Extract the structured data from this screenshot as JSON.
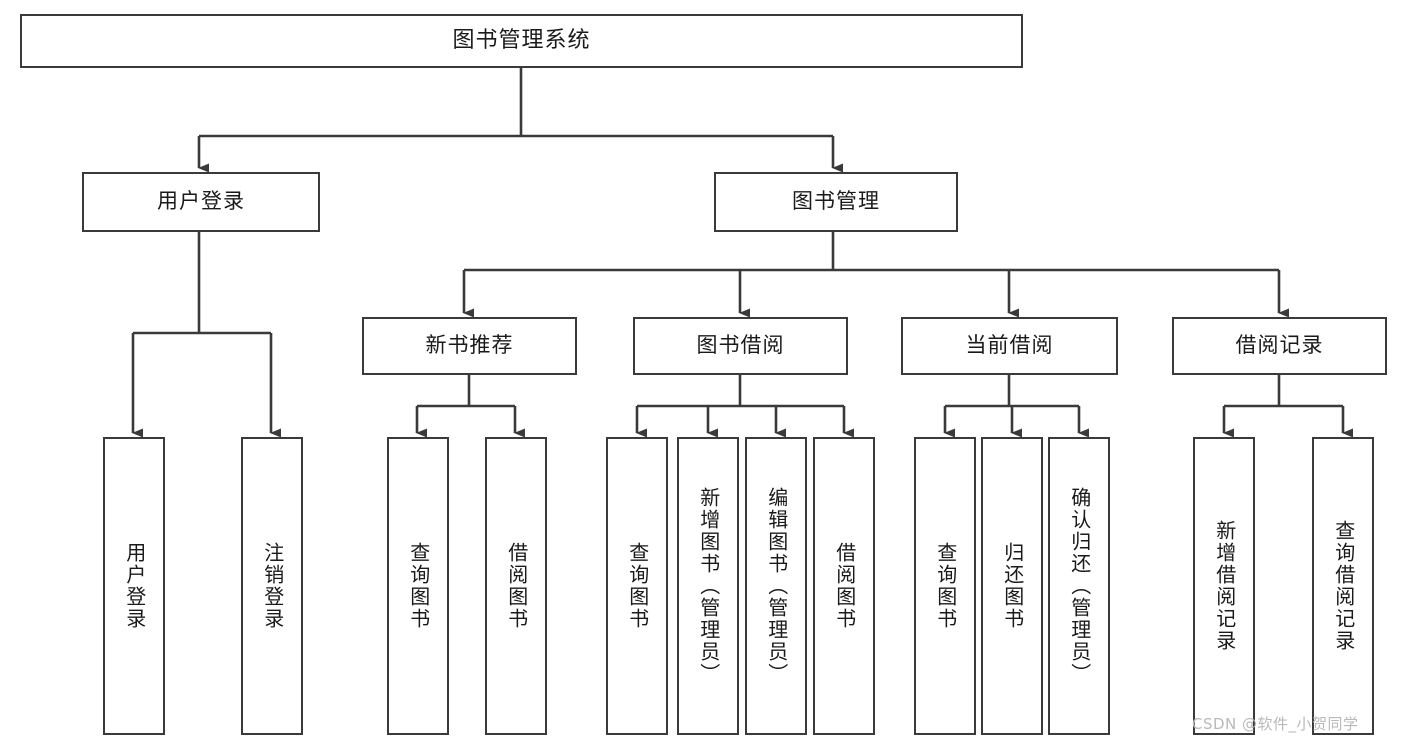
{
  "diagram": {
    "title": "图书管理系统",
    "watermark": "CSDN @软件_小贺同学",
    "colors": {
      "background": "#ffffff",
      "box_border": "#3a3a3a",
      "box_fill": "#ffffff",
      "text": "#1a1a1a",
      "connector": "#3a3a3a",
      "watermark": "#b9b9b9"
    },
    "levels": {
      "level1": [
        "图书管理系统"
      ],
      "level2": [
        "用户登录",
        "图书管理"
      ],
      "level3": [
        "新书推荐",
        "图书借阅",
        "当前借阅",
        "借阅记录"
      ],
      "level4": [
        "用户登录",
        "注销登录",
        "查询图书",
        "借阅图书",
        "查询图书",
        "新增图书（管理员）",
        "编辑图书（管理员）",
        "借阅图书",
        "查询图书",
        "归还图书",
        "确认归还（管理员）",
        "新增借阅记录",
        "查询借阅记录"
      ]
    },
    "nodes": {
      "root": {
        "label": "图书管理系统"
      },
      "user_login": {
        "label": "用户登录"
      },
      "book_manage": {
        "label": "图书管理"
      },
      "new_book_rec": {
        "label": "新书推荐"
      },
      "book_borrow": {
        "label": "图书借阅"
      },
      "current_borrow": {
        "label": "当前借阅"
      },
      "borrow_record": {
        "label": "借阅记录"
      },
      "leaf_user_login": {
        "label": "用户登录"
      },
      "leaf_logout": {
        "label": "注销登录"
      },
      "leaf_query_book_1": {
        "label": "查询图书"
      },
      "leaf_borrow_book_1": {
        "label": "借阅图书"
      },
      "leaf_query_book_2": {
        "label": "查询图书"
      },
      "leaf_add_book": {
        "label": "新增图书（管理员）"
      },
      "leaf_edit_book": {
        "label": "编辑图书（管理员）"
      },
      "leaf_borrow_book_2": {
        "label": "借阅图书"
      },
      "leaf_query_book_3": {
        "label": "查询图书"
      },
      "leaf_return_book": {
        "label": "归还图书"
      },
      "leaf_confirm_return": {
        "label": "确认归还（管理员）"
      },
      "leaf_add_record": {
        "label": "新增借阅记录"
      },
      "leaf_query_record": {
        "label": "查询借阅记录"
      }
    }
  }
}
